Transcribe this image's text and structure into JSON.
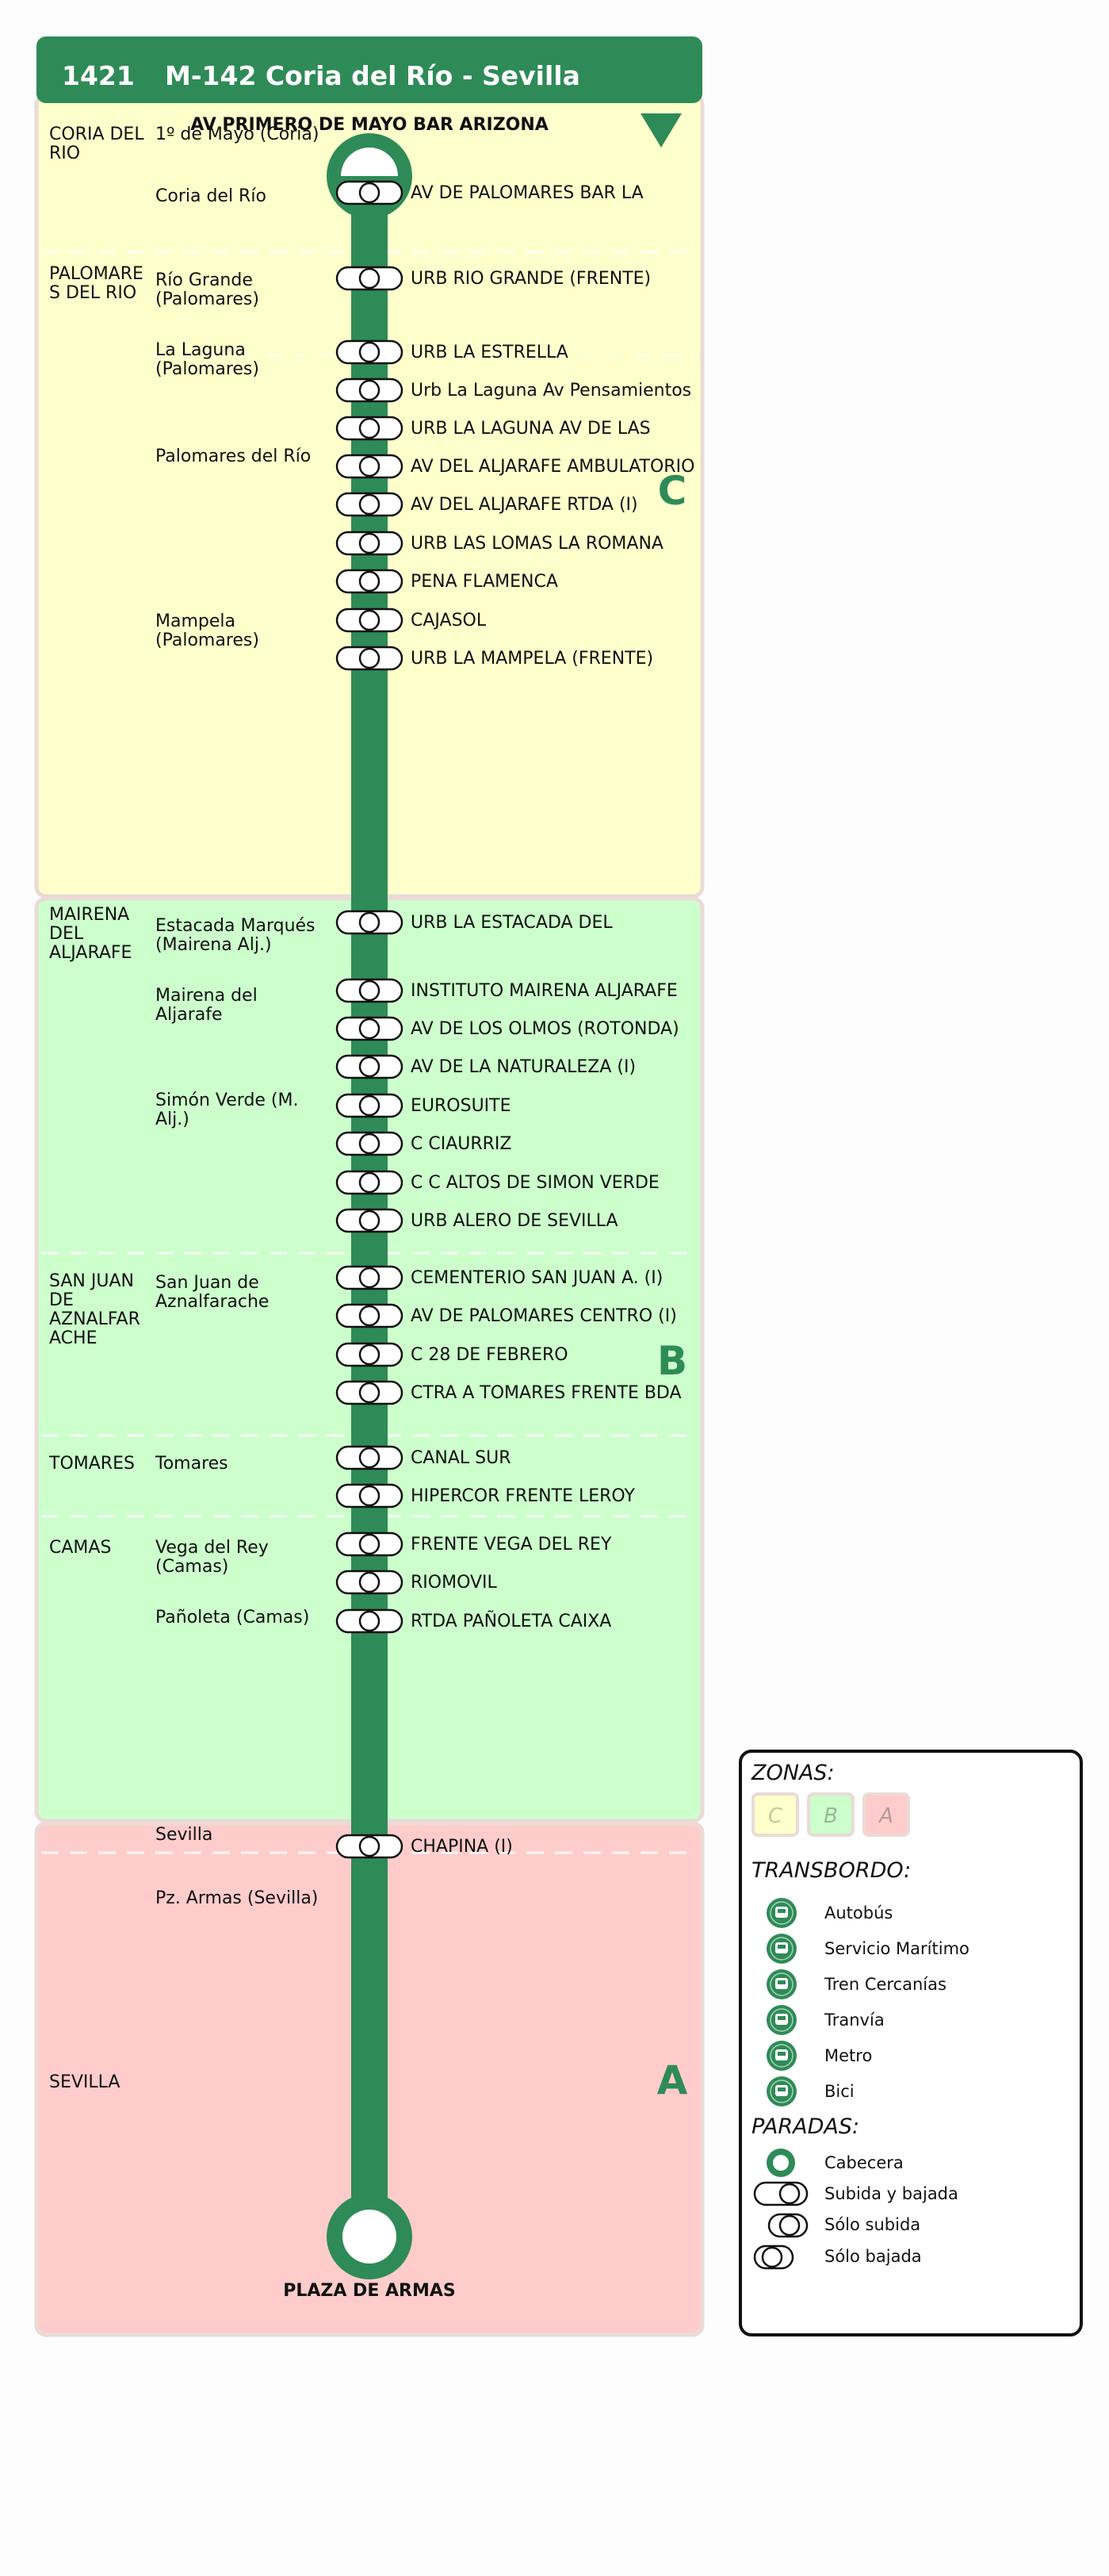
{
  "header": {
    "line_number": "1421",
    "title": "M-142 Coria del Río - Sevilla"
  },
  "colors": {
    "header_bg": "#2e8b57",
    "line": "#2e8b57",
    "zone_c": "#ffffcc",
    "zone_b": "#ccffcc",
    "zone_a": "#ffcccc",
    "zone_border": "#eadbd6"
  },
  "origin_label": "AV PRIMERO DE MAYO BAR ARIZONA",
  "destination_label": "PLAZA DE ARMAS",
  "zones": [
    {
      "letter": "C",
      "id": "zone_c"
    },
    {
      "letter": "B",
      "id": "zone_b"
    },
    {
      "letter": "A",
      "id": "zone_a"
    }
  ],
  "municipalities": [
    {
      "lines": [
        "CORIA DEL",
        "RIO"
      ]
    },
    {
      "lines": [
        "PALOMARE",
        "S DEL RIO"
      ]
    },
    {
      "lines": [
        "MAIRENA",
        "DEL",
        "ALJARAFE"
      ]
    },
    {
      "lines": [
        "SAN JUAN",
        "DE",
        "AZNALFAR",
        "ACHE"
      ]
    },
    {
      "lines": [
        "TOMARES"
      ]
    },
    {
      "lines": [
        "CAMAS"
      ]
    },
    {
      "lines": [
        "SEVILLA"
      ]
    }
  ],
  "localities": [
    {
      "lines": [
        "1º de Mayo (Coria)"
      ]
    },
    {
      "lines": [
        "Coria del Río"
      ]
    },
    {
      "lines": [
        "Río Grande",
        "(Palomares)"
      ]
    },
    {
      "lines": [
        "La Laguna",
        "(Palomares)"
      ]
    },
    {
      "lines": [
        "Palomares del Río"
      ]
    },
    {
      "lines": [
        "Mampela",
        "(Palomares)"
      ]
    },
    {
      "lines": [
        "Estacada Marqués",
        "(Mairena Alj.)"
      ]
    },
    {
      "lines": [
        "Mairena del",
        "Aljarafe"
      ]
    },
    {
      "lines": [
        "Simón Verde (M.",
        "Alj.)"
      ]
    },
    {
      "lines": [
        "San Juan de",
        "Aznalfarache"
      ]
    },
    {
      "lines": [
        "Tomares"
      ]
    },
    {
      "lines": [
        "Vega del Rey",
        "(Camas)"
      ]
    },
    {
      "lines": [
        "Pañoleta (Camas)"
      ]
    },
    {
      "lines": [
        "Sevilla"
      ]
    },
    {
      "lines": [
        "Pz. Armas (Sevilla)"
      ]
    }
  ],
  "stops": [
    "AV DE PALOMARES BAR LA",
    "URB RIO GRANDE (FRENTE)",
    "URB LA ESTRELLA",
    "Urb La Laguna Av Pensamientos",
    "URB LA LAGUNA AV DE LAS",
    "AV DEL ALJARAFE AMBULATORIO",
    "AV DEL ALJARAFE RTDA (I)",
    "URB LAS LOMAS LA ROMANA",
    "PENA FLAMENCA",
    "CAJASOL",
    "URB LA MAMPELA (FRENTE)",
    "URB LA ESTACADA DEL",
    "INSTITUTO MAIRENA ALJARAFE",
    "AV DE LOS OLMOS (ROTONDA)",
    "AV DE LA NATURALEZA (I)",
    "EUROSUITE",
    "C CIAURRIZ",
    "C C ALTOS DE SIMON VERDE",
    "URB ALERO DE SEVILLA",
    "CEMENTERIO SAN JUAN A. (I)",
    "AV DE PALOMARES CENTRO (I)",
    "C 28 DE FEBRERO",
    "CTRA A TOMARES FRENTE BDA",
    "CANAL SUR",
    "HIPERCOR FRENTE LEROY",
    "FRENTE VEGA DEL REY",
    "RIOMOVIL",
    "RTDA PAÑOLETA CAIXA",
    "CHAPINA (I)"
  ],
  "legend": {
    "zones_title": "ZONAS:",
    "zone_letters": [
      "C",
      "B",
      "A"
    ],
    "transfer_title": "TRANSBORDO:",
    "transfers": [
      "Autobús",
      "Servicio Marítimo",
      "Tren Cercanías",
      "Tranvía",
      "Metro",
      "Bici"
    ],
    "transfer_icons": [
      "bus-icon",
      "ferry-icon",
      "train-icon",
      "tram-icon",
      "metro-icon",
      "bike-icon"
    ],
    "stops_title": "PARADAS:",
    "stop_types": [
      "Cabecera",
      "Subida y bajada",
      "Sólo subida",
      "Sólo bajada"
    ]
  }
}
